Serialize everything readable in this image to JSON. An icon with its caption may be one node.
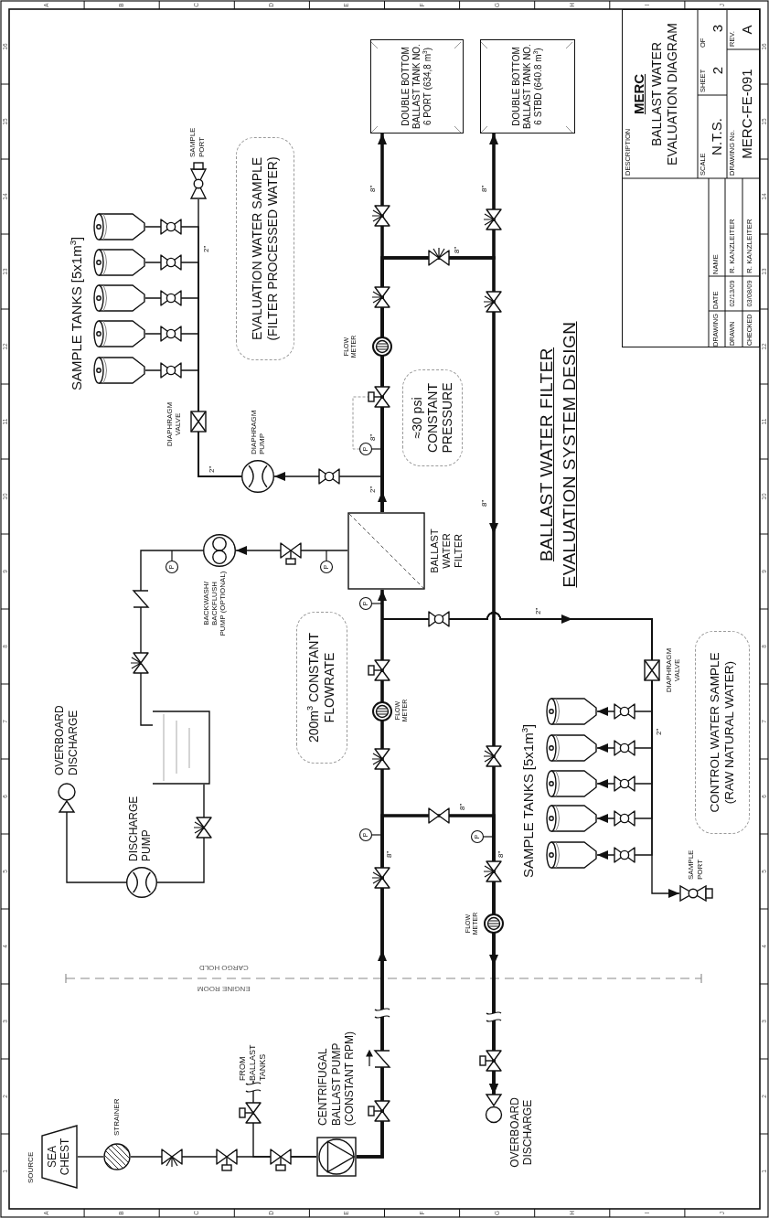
{
  "diagram": {
    "title": "BALLAST WATER FILTER EVALUATION SYSTEM DESIGN",
    "nodes": [
      {
        "text": [
          "SEA CHEST"
        ],
        "beside": [
          "SOURCE"
        ]
      },
      {
        "text": [
          "STRAINER"
        ]
      },
      {
        "text": [
          "FROM BALLAST TANKS"
        ]
      },
      {
        "text": [
          "CENTRIFUGAL BALLAST PUMP (CONSTANT RPM)"
        ]
      },
      {
        "text": [
          "BALLAST WATER FILTER"
        ]
      },
      {
        "text": [
          "DOUBLE BOTTOM BALLAST TANK NO. 6 PORT (634,8 m$^{3}$)"
        ]
      },
      {
        "text": [
          "DOUBLE BOTTOM BALLAST TANK NO. 6 STBD (640.8 m$^{3}$)"
        ]
      },
      {
        "text": [
          "OVERBOARD DISCHARGE"
        ]
      },
      {
        "text": [
          "BACKWASH/ BACKFLUSH PUMP (OPTIONAL)"
        ]
      },
      {
        "text": [],
        "shape": "tank"
      },
      {
        "text": [
          "DISCHARGE PUMP"
        ]
      },
      {
        "text": [
          "OVERBOARD DISCHARGE"
        ]
      },
      {
        "text": [
          "DIAPHRAGM PUMP"
        ]
      },
      {
        "text": [],
        "shape": "cylinder"
      },
      {
        "text": [],
        "shape": "cylinder"
      },
      {
        "text": [],
        "shape": "cylinder"
      },
      {
        "text": [],
        "shape": "cylinder"
      },
      {
        "text": [],
        "shape": "cylinder"
      },
      {
        "text": [
          "SAMPLE PORT"
        ]
      },
      {
        "text": [],
        "shape": "cylinder"
      },
      {
        "text": [],
        "shape": "cylinder"
      },
      {
        "text": [],
        "shape": "cylinder"
      },
      {
        "text": [],
        "shape": "cylinder"
      },
      {
        "text": [],
        "shape": "cylinder"
      },
      {
        "text": [
          "SAMPLE PORT"
        ]
      },
      {
        "text": [
          "EVALUATION WATER SAMPLE (FILTER PROCESSED WATER)"
        ]
      },
      {
        "text": [
          "≈30 psi CONSTANT PRESSURE"
        ]
      },
      {
        "text": [
          "200m$^{3}$ CONSTANT FLOWRATE"
        ]
      },
      {
        "text": [
          "CONTROL WATER SAMPLE (RAW NATURAL WATER)"
        ]
      }
    ],
    "edges": [
      {
        "from": 0,
        "to": 1,
        "arrow": "none"
      },
      {
        "from": 1,
        "to": 3,
        "arrow": "none"
      },
      {
        "from": 2,
        "to": 3,
        "arrow": "none"
      },
      {
        "from": 3,
        "to": 4,
        "arrow": "to",
        "style": "thick"
      },
      {
        "from": 4,
        "to": 5,
        "arrow": "to",
        "style": "thick"
      },
      {
        "from": 4,
        "to": 6,
        "arrow": "to",
        "style": "thick"
      },
      {
        "from": 4,
        "to": 7,
        "arrow": "to",
        "style": "thick"
      },
      {
        "from": 3,
        "to": 7,
        "arrow": "to",
        "style": "thick"
      },
      {
        "from": 3,
        "to": 19,
        "arrow": "to"
      },
      {
        "from": 3,
        "to": 20,
        "arrow": "to"
      },
      {
        "from": 3,
        "to": 21,
        "arrow": "to"
      },
      {
        "from": 3,
        "to": 22,
        "arrow": "to"
      },
      {
        "from": 3,
        "to": 23,
        "arrow": "to"
      },
      {
        "from": 3,
        "to": 24,
        "arrow": "to"
      },
      {
        "from": 4,
        "to": 12,
        "arrow": "to"
      },
      {
        "from": 12,
        "to": 13,
        "arrow": "none"
      },
      {
        "from": 12,
        "to": 14,
        "arrow": "none"
      },
      {
        "from": 12,
        "to": 15,
        "arrow": "none"
      },
      {
        "from": 12,
        "to": 16,
        "arrow": "none"
      },
      {
        "from": 12,
        "to": 17,
        "arrow": "none"
      },
      {
        "from": 12,
        "to": 18,
        "arrow": "none"
      },
      {
        "from": 4,
        "to": 8,
        "arrow": "to"
      },
      {
        "from": 8,
        "to": 9,
        "arrow": "none"
      },
      {
        "from": 9,
        "to": 10,
        "arrow": "none"
      },
      {
        "from": 10,
        "to": 11,
        "arrow": "none"
      }
    ],
    "labels": [
      "1",
      "2",
      "3",
      "4",
      "5",
      "6",
      "7",
      "8",
      "9",
      "10",
      "11",
      "12",
      "13",
      "14",
      "15",
      "16",
      "A",
      "B",
      "C",
      "D",
      "E",
      "F",
      "G",
      "H",
      "I",
      "J",
      "A",
      "B",
      "C",
      "D",
      "E",
      "F",
      "G",
      "H",
      "I",
      "J",
      "SAMPLE TANKS [5x1m$^{3}$]",
      "DIAPHRAGM VALVE",
      "2\"",
      "2\"",
      "P",
      "FLOW METER",
      "8\"",
      "P",
      "2\"",
      "8\"",
      "8\"",
      "8\"",
      "P",
      "CARGO HOLD",
      "ENGINE ROOM",
      "8\"",
      "P",
      "8\"",
      "P",
      "8\"",
      "FLOW METER",
      "FLOW METER",
      "2\"",
      "8\"",
      "P",
      "SAMPLE TANKS [5x1m$^{3}$]",
      "DIAPHRAGM VALVE",
      "2\"",
      "DESCRIPTION",
      "MERC",
      "BALLAST WATER EVALUATION DIAGRAM",
      "SCALE",
      "N.T.S.",
      "SHEET",
      "OF",
      "2",
      "3",
      "DRAWING No.",
      "MERC-FE-091",
      "REV.",
      "A",
      "DRAWING",
      "DATE",
      "NAME",
      "DRAWN",
      "02/13/09",
      "R. KANZLEITER",
      "CHECKED",
      "03/08/09",
      "R. KANZLEITER",
      "1",
      "2",
      "3",
      "4",
      "5",
      "6",
      "7",
      "8",
      "9",
      "10",
      "11",
      "12",
      "13",
      "14",
      "15",
      "16"
    ]
  }
}
